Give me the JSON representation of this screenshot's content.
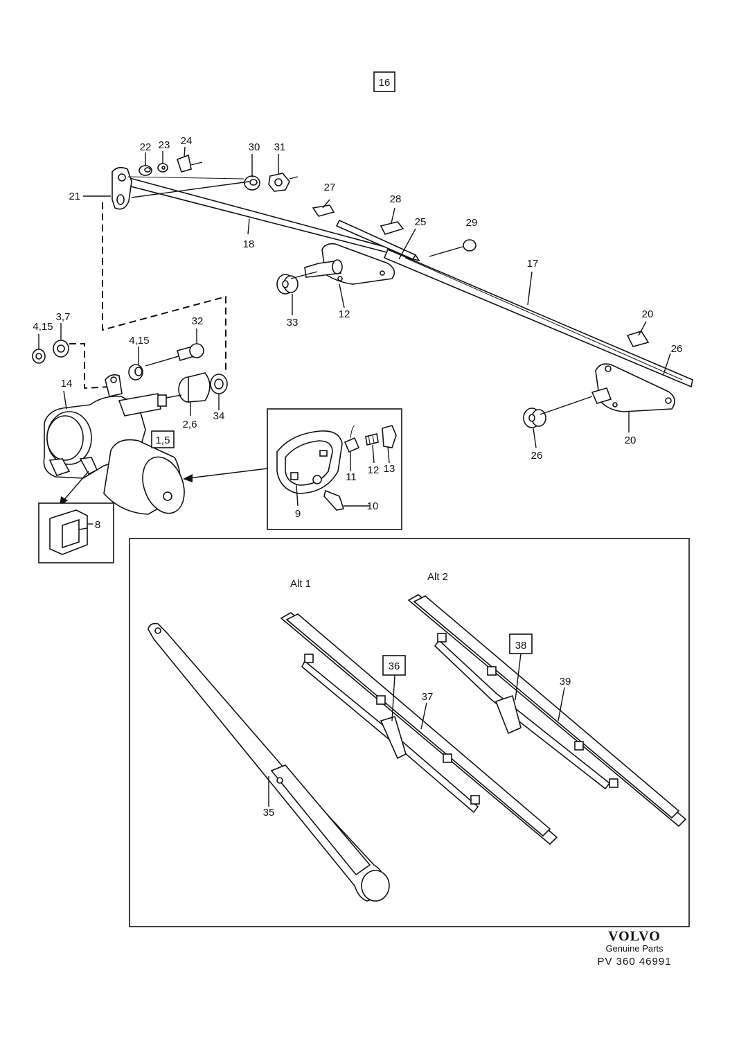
{
  "page_number": "16",
  "labels": {
    "p22": "22",
    "p23": "23",
    "p24": "24",
    "p30": "30",
    "p31": "31",
    "p21": "21",
    "p18": "18",
    "p27": "27",
    "p28": "28",
    "p25": "25",
    "p29": "29",
    "p17": "17",
    "p33": "33",
    "p12a": "12",
    "p415a": "4,15",
    "p37": "3,7",
    "p415b": "4,15",
    "p32": "32",
    "p14": "14",
    "p26b": "2,6",
    "p34": "34",
    "p15": "1,5",
    "p20a": "20",
    "p26a": "26",
    "p26c": "26",
    "p20b": "20",
    "p8": "8",
    "p9": "9",
    "p10": "10",
    "p11": "11",
    "p12b": "12",
    "p13": "13",
    "alt1": "Alt 1",
    "alt2": "Alt 2",
    "p36": "36",
    "p37b": "37",
    "p38": "38",
    "p39": "39",
    "p35": "35"
  },
  "footer": {
    "brand": "VOLVO",
    "subtitle": "Genuine Parts",
    "reference": "PV 360 46991"
  }
}
